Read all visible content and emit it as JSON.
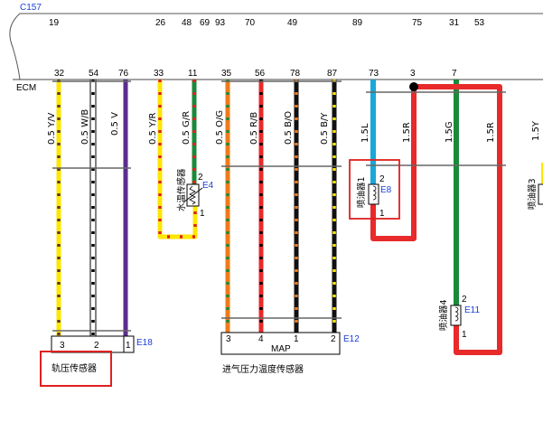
{
  "header": {
    "connector": "C157",
    "ecm": "ECM",
    "top_pins": [
      "19",
      "26",
      "48",
      "69",
      "93",
      "70",
      "49",
      "89",
      "75",
      "31",
      "53"
    ],
    "ecm_pins": [
      "32",
      "54",
      "76",
      "33",
      "11",
      "35",
      "56",
      "78",
      "87",
      "73",
      "3",
      "7"
    ]
  },
  "wires": [
    {
      "label": "0.5 Y/V",
      "color": "#ffe600",
      "dot": "#5a3a2a"
    },
    {
      "label": "0.5 W/B",
      "color": "#ffffff",
      "dot": "#000000"
    },
    {
      "label": "0.5 V",
      "color": "#5b2d8e",
      "dot": null
    },
    {
      "label": "0.5 Y/R",
      "color": "#ffe600",
      "dot": "#e02020"
    },
    {
      "label": "0.5 G/R",
      "color": "#1a8a3a",
      "dot": "#e02020"
    },
    {
      "label": "0.5 O/G",
      "color": "#f07a1a",
      "dot": "#1a8a3a"
    },
    {
      "label": "0.5 R/B",
      "color": "#e82a2a",
      "dot": "#000000"
    },
    {
      "label": "0.5 B/O",
      "color": "#111111",
      "dot": "#f07a1a"
    },
    {
      "label": "0.5 B/Y",
      "color": "#111111",
      "dot": "#ffe600"
    },
    {
      "label": "1.5L",
      "color": "#19a8d8",
      "dot": null
    },
    {
      "label": "1.5R",
      "color": "#e82a2a",
      "dot": null
    },
    {
      "label": "1.5G",
      "color": "#1a8a3a",
      "dot": null
    },
    {
      "label": "1.5R",
      "color": "#e82a2a",
      "dot": null
    },
    {
      "label": "1.5Y",
      "color": "#ffe600",
      "dot": null
    }
  ],
  "components": {
    "rail_sensor": {
      "name": "轨压传感器",
      "code": "E18",
      "pins": [
        "3",
        "2",
        "1"
      ]
    },
    "coolant_sensor": {
      "name": "水温传感器",
      "code": "E4",
      "pins": [
        "2",
        "1"
      ]
    },
    "injector1": {
      "name": "喷油器1",
      "code": "E8",
      "pins": [
        "2",
        "1"
      ]
    },
    "injector4": {
      "name": "喷油器4",
      "code": "E11",
      "pins": [
        "2",
        "1"
      ]
    },
    "injector3": {
      "name": "喷油器3"
    },
    "map_sensor": {
      "name": "进气压力温度传感器",
      "code": "E12",
      "label": "MAP",
      "pins": [
        "3",
        "4",
        "1",
        "2"
      ]
    }
  },
  "colors": {
    "highlight": "#e02020",
    "code": "#1a3fd6"
  }
}
